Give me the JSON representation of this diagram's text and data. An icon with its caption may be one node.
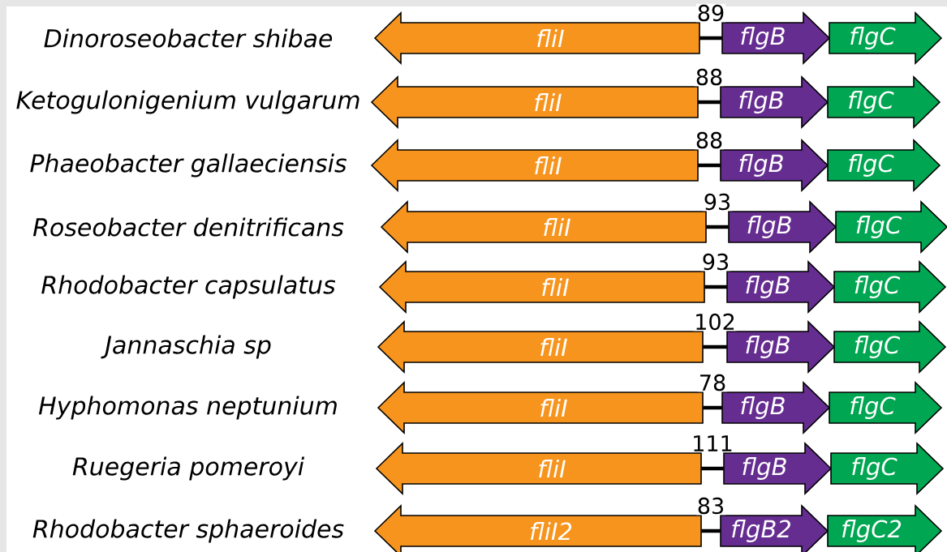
{
  "diagram": {
    "nodes": [
      {
        "text": [
          "fliI"
        ]
      },
      {
        "text": [
          "flgB"
        ]
      },
      {
        "text": [
          "flgC"
        ]
      },
      {
        "text": [
          "fliI"
        ]
      },
      {
        "text": [
          "flgB"
        ]
      },
      {
        "text": [
          "flgC"
        ]
      },
      {
        "text": [
          "fliI"
        ]
      },
      {
        "text": [
          "flgB"
        ]
      },
      {
        "text": [
          "flgC"
        ]
      },
      {
        "text": [
          "fliI"
        ]
      },
      {
        "text": [
          "flgB"
        ]
      },
      {
        "text": [
          "flgC"
        ]
      },
      {
        "text": [
          "fliI"
        ]
      },
      {
        "text": [
          "flgB"
        ]
      },
      {
        "text": [
          "flgC"
        ]
      },
      {
        "text": [
          "fliI"
        ]
      },
      {
        "text": [
          "flgB"
        ]
      },
      {
        "text": [
          "flgC"
        ]
      },
      {
        "text": [
          "fliI"
        ]
      },
      {
        "text": [
          "flgB"
        ]
      },
      {
        "text": [
          "flgC"
        ]
      },
      {
        "text": [
          "fliI"
        ]
      },
      {
        "text": [
          "flgB"
        ]
      },
      {
        "text": [
          "flgC"
        ]
      },
      {
        "text": [
          "fliI2"
        ]
      },
      {
        "text": [
          "flgB2"
        ]
      },
      {
        "text": [
          "flgC2"
        ]
      }
    ],
    "edges": [
      {
        "from": 0,
        "to": 1,
        "arrow": "none",
        "label": "89"
      },
      {
        "from": 3,
        "to": 4,
        "arrow": "none",
        "label": "88"
      },
      {
        "from": 6,
        "to": 7,
        "arrow": "none",
        "label": "88"
      },
      {
        "from": 9,
        "to": 10,
        "arrow": "none",
        "label": "93"
      },
      {
        "from": 12,
        "to": 13,
        "arrow": "none",
        "label": "93"
      },
      {
        "from": 15,
        "to": 16,
        "arrow": "none",
        "label": "102"
      },
      {
        "from": 18,
        "to": 19,
        "arrow": "none",
        "label": "78"
      },
      {
        "from": 21,
        "to": 22,
        "arrow": "none",
        "label": "111"
      },
      {
        "from": 24,
        "to": 25,
        "arrow": "none",
        "label": "83"
      }
    ],
    "labels": [
      "Dinoroseobacter shibae",
      "Ketogulonigenium vulgarum",
      "Phaeobacter gallaeciensis",
      "Roseobacter denitrificans",
      "Rhodobacter capsulatus",
      "Jannaschia sp",
      "Hyphomonas neptunium",
      "Ruegeria pomeroyi",
      "Rhodobacter sphaeroides"
    ]
  }
}
